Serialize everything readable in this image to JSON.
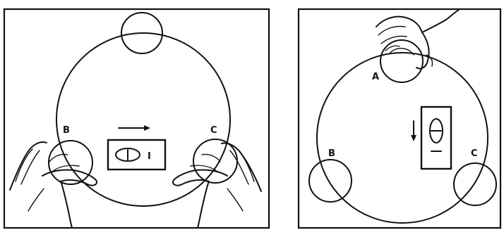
{
  "left_panel": {
    "labels": {
      "b": "B",
      "c": "C"
    },
    "indicator_mark": "I"
  },
  "right_panel": {
    "labels": {
      "a": "A",
      "b": "B",
      "c": "C"
    }
  }
}
